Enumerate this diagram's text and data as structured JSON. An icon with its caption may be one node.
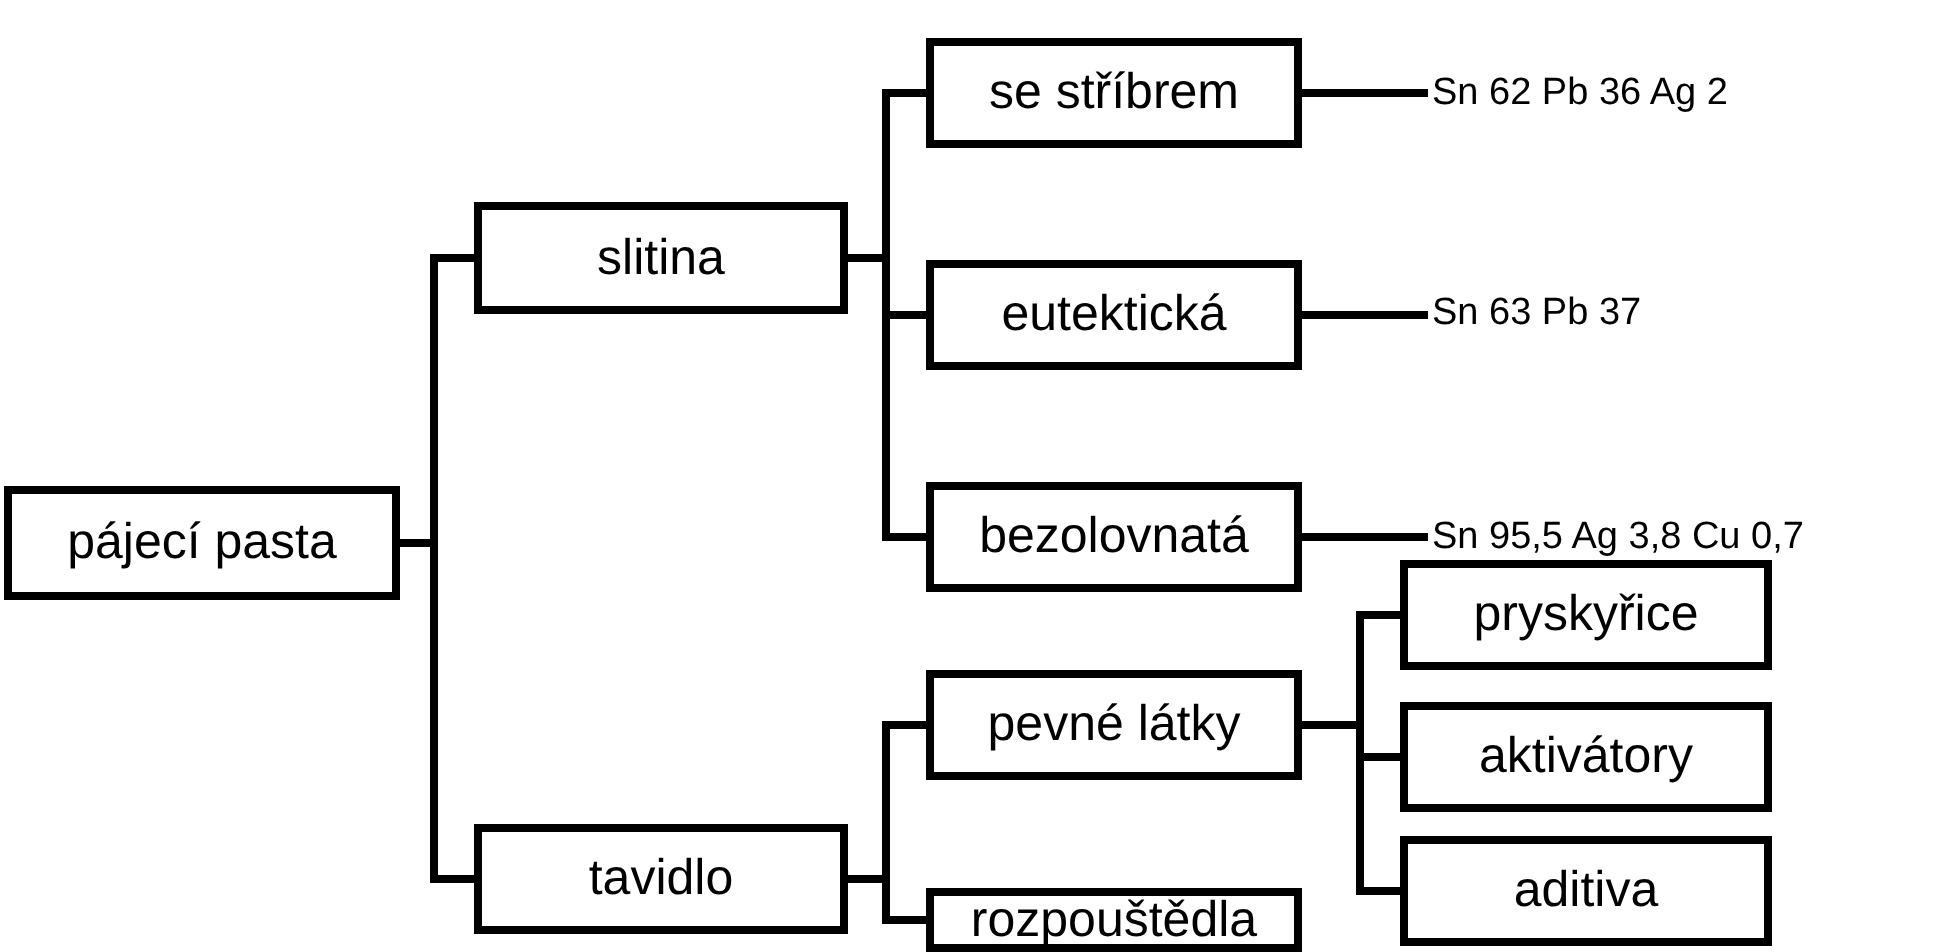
{
  "diagram": {
    "nodes": [
      {
        "text": [
          "pájecí pasta"
        ]
      },
      {
        "text": [
          "slitina"
        ]
      },
      {
        "text": [
          "se stříbrem"
        ]
      },
      {
        "text": [
          "Sn 62 Pb 36 Ag 2"
        ]
      },
      {
        "text": [
          "eutektická"
        ]
      },
      {
        "text": [
          "Sn 63 Pb 37"
        ]
      },
      {
        "text": [
          "bezolovnatá"
        ]
      },
      {
        "text": [
          "Sn 95,5 Ag 3,8 Cu 0,7"
        ]
      },
      {
        "text": [
          "tavidlo"
        ]
      },
      {
        "text": [
          "pevné látky"
        ]
      },
      {
        "text": [
          "pryskyřice"
        ]
      },
      {
        "text": [
          "aktivátory"
        ]
      },
      {
        "text": [
          "aditiva"
        ]
      },
      {
        "text": [
          "rozpouštědla"
        ]
      }
    ],
    "edges": [
      {
        "from": 0,
        "to": 1,
        "arrow": "none"
      },
      {
        "from": 0,
        "to": 8,
        "arrow": "none"
      },
      {
        "from": 1,
        "to": 2,
        "arrow": "none"
      },
      {
        "from": 1,
        "to": 4,
        "arrow": "none"
      },
      {
        "from": 1,
        "to": 6,
        "arrow": "none"
      },
      {
        "from": 2,
        "to": 3,
        "arrow": "none"
      },
      {
        "from": 4,
        "to": 5,
        "arrow": "none"
      },
      {
        "from": 6,
        "to": 7,
        "arrow": "none"
      },
      {
        "from": 8,
        "to": 9,
        "arrow": "none"
      },
      {
        "from": 8,
        "to": 13,
        "arrow": "none"
      },
      {
        "from": 9,
        "to": 10,
        "arrow": "none"
      },
      {
        "from": 9,
        "to": 11,
        "arrow": "none"
      },
      {
        "from": 9,
        "to": 12,
        "arrow": "none"
      }
    ]
  }
}
